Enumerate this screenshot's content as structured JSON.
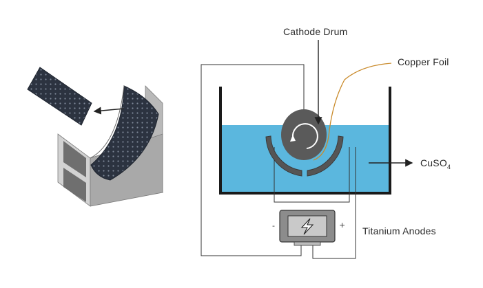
{
  "labels": {
    "cathode_drum": "Cathode Drum",
    "copper_foil": "Copper Foil",
    "electrolyte_base": "CuSO",
    "electrolyte_sub": "4",
    "anodes": "Titanium Anodes",
    "minus": "-",
    "plus": "+"
  },
  "icons": [
    "lightning-bolt-icon",
    "rotation-arrow-icon"
  ],
  "colors": {
    "electrolyte": "#5bb7de",
    "drum": "#5a5a5a",
    "anode": "#555555",
    "foil": "#c98a2a",
    "power_box": "#8c8c8c",
    "power_face": "#c9c9c9",
    "wire": "#333333",
    "tank": "#1a1a1a"
  }
}
